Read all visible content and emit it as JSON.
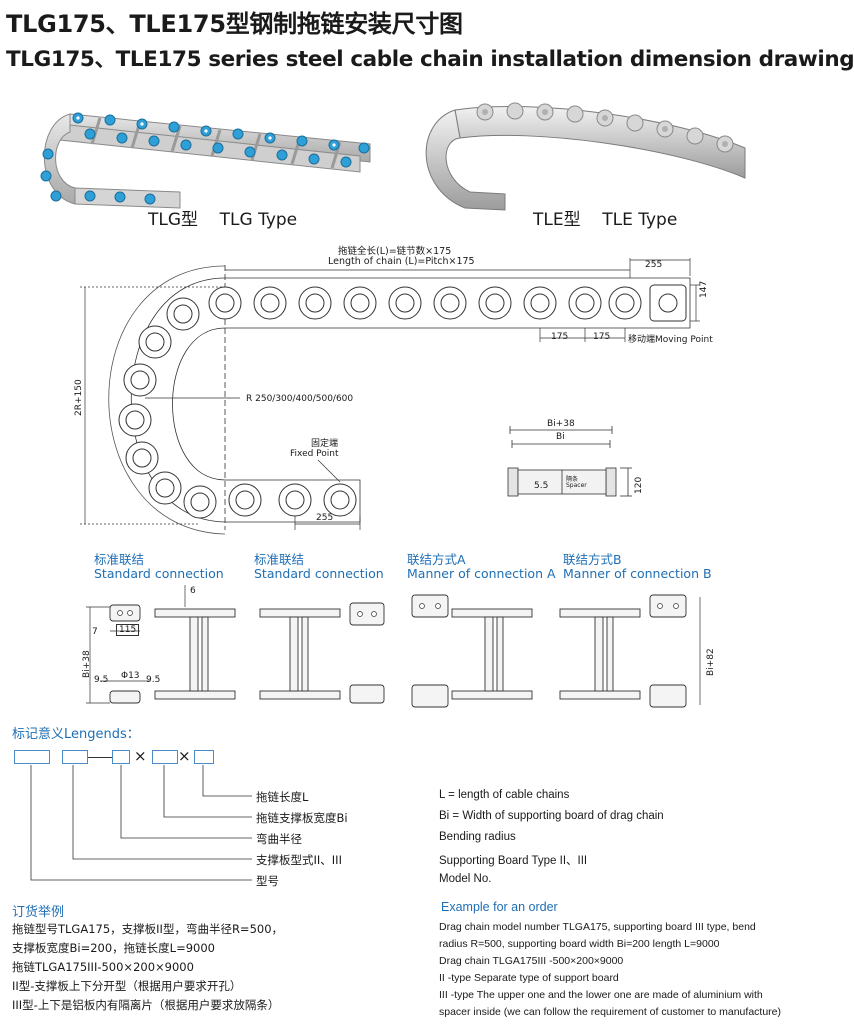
{
  "title": {
    "cn": "TLG175、TLE175型钢制拖链安装尺寸图",
    "en": "TLG175、TLE175 series steel cable chain installation dimension drawing"
  },
  "photos": {
    "tlg_caption_cn": "TLG型",
    "tlg_caption_en": "TLG Type",
    "tle_caption_cn": "TLE型",
    "tle_caption_en": "TLE Type"
  },
  "drawing": {
    "length_cn": "拖链全长(L)=链节数×175",
    "length_en": "Length of chain (L)=Pitch×175",
    "dim_255_top": "255",
    "dim_147": "147",
    "pitch_1": "175",
    "pitch_2": "175",
    "moving_point": "移动端Moving Point",
    "height_label": "2R+150",
    "radius_label": "R 250/300/400/500/600",
    "fixed_cn": "固定端",
    "fixed_en": "Fixed Point",
    "dim_255_bottom": "255",
    "section_bi38": "Bi+38",
    "section_bi": "Bi",
    "section_55": "5.5",
    "section_120": "120",
    "spacer_cn": "隔条",
    "spacer_en": "Spacer"
  },
  "connections": [
    {
      "cn": "标准联结",
      "en": "Standard connection"
    },
    {
      "cn": "标准联结",
      "en": "Standard connection"
    },
    {
      "cn": "联结方式A",
      "en": "Manner of connection A"
    },
    {
      "cn": "联结方式B",
      "en": "Manner of connection B"
    }
  ],
  "conn_dims": {
    "d6": "6",
    "d7": "7",
    "d115": "115",
    "bi38": "Bi+38",
    "phi13": "Φ13",
    "d95a": "9.5",
    "d95b": "9.5",
    "bi82": "Bi+82"
  },
  "legend": {
    "title": "标记意义Lengends：",
    "times1": "×",
    "times2": "×",
    "items_cn": [
      "拖链长度L",
      "拖链支撑板宽度Bi",
      "弯曲半径",
      "支撑板型式II、III",
      "型号"
    ],
    "items_en": [
      "L = length of cable chains",
      "Bi = Width of supporting board of drag chain",
      "Bending radius",
      "Supporting Board Type II、III",
      "Model No."
    ]
  },
  "order_cn": {
    "title": "订货举例",
    "lines": [
      "拖链型号TLGA175，支撑板II型，弯曲半径R=500，",
      "支撑板宽度Bi=200，拖链长度L=9000",
      "拖链TLGA175III-500×200×9000",
      "II型-支撑板上下分开型（根据用户要求开孔）",
      "III型-上下是铝板内有隔离片（根据用户要求放隔条）"
    ]
  },
  "order_en": {
    "title": "Example for an order",
    "lines": [
      "Drag chain model number TLGA175, supporting board III type, bend",
      "radius R=500, supporting board width Bi=200 length L=9000",
      "Drag chain TLGA175III -500×200×9000",
      "II -type Separate type of support board",
      "III -type The upper one and the lower one are made of aluminium with",
      "spacer inside (we can follow the requirement of customer to manufacture)"
    ]
  },
  "colors": {
    "accent_blue": "#1f6fb5",
    "legend_box": "#4a8cc9",
    "tlg_roller": "#2f9fd8"
  }
}
